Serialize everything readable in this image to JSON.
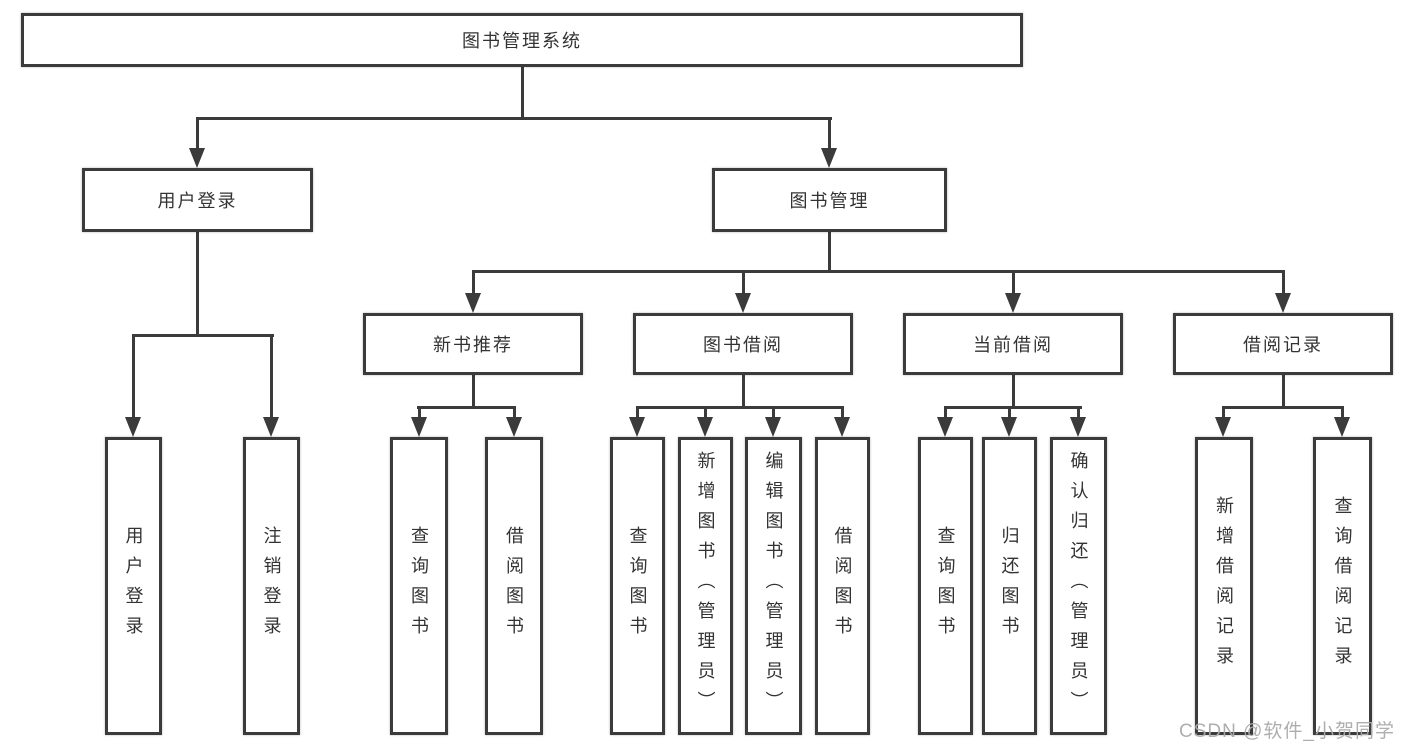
{
  "diagram": {
    "root": {
      "label": "图书管理系统"
    },
    "children": [
      {
        "label": "用户登录",
        "children": [
          "用户登录",
          "注销登录"
        ]
      },
      {
        "label": "图书管理",
        "children": [
          {
            "label": "新书推荐",
            "children": [
              "查询图书",
              "借阅图书"
            ]
          },
          {
            "label": "图书借阅",
            "children": [
              "查询图书",
              "新增图书（管理员）",
              "编辑图书（管理员）",
              "借阅图书"
            ]
          },
          {
            "label": "当前借阅",
            "children": [
              "查询图书",
              "归还图书",
              "确认归还（管理员）"
            ]
          },
          {
            "label": "借阅记录",
            "children": [
              "新增借阅记录",
              "查询借阅记录"
            ]
          }
        ]
      }
    ]
  },
  "watermark": {
    "text": "CSDN @软件_小贺同学"
  },
  "colors": {
    "line": "#3b3b3b",
    "text": "#333333",
    "watermark": "#aaaaaa",
    "background": "#ffffff"
  }
}
